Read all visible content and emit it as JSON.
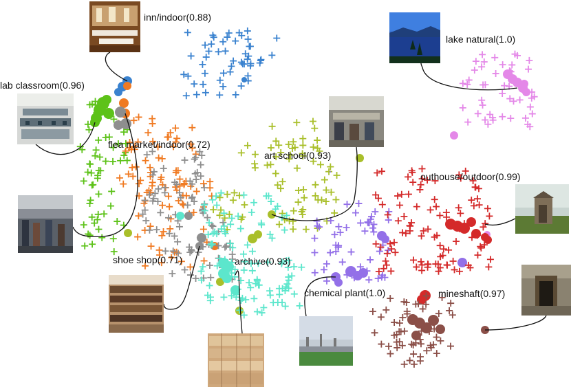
{
  "clusters": [
    {
      "key": "inn",
      "label": "inn/indoor(0.88)",
      "color": "#3a82cf"
    },
    {
      "key": "lab",
      "label": "lab classroom(0.96)",
      "color": "#5dc219"
    },
    {
      "key": "flea",
      "label": "flea market/indoor(0.72)",
      "color": "#f07a22"
    },
    {
      "key": "art",
      "label": "art school(0.93)",
      "color": "#a9bf2a"
    },
    {
      "key": "lake",
      "label": "lake natural(1.0)",
      "color": "#e488e8"
    },
    {
      "key": "outhouse",
      "label": "outhouse/outdoor(0.99)",
      "color": "#d42a2a"
    },
    {
      "key": "shoe",
      "label": "shoe shop(0.71)",
      "color": "#8e8e8e"
    },
    {
      "key": "archive",
      "label": "archive(0.93)",
      "color": "#5ce6cc"
    },
    {
      "key": "chemical",
      "label": "chemical plant(1.0)",
      "color": "#9370e8"
    },
    {
      "key": "mine",
      "label": "mineshaft(0.97)",
      "color": "#8b4f48"
    }
  ],
  "thumbnails": [
    {
      "key": "inn",
      "icon": "restaurant-interior-photo"
    },
    {
      "key": "lab",
      "icon": "classroom-photo"
    },
    {
      "key": "flea",
      "icon": "crowd-market-photo"
    },
    {
      "key": "art",
      "icon": "art-classroom-photo"
    },
    {
      "key": "lake",
      "icon": "lake-landscape-photo"
    },
    {
      "key": "outhouse",
      "icon": "wooden-outhouse-photo"
    },
    {
      "key": "shoe",
      "icon": "shoe-shelves-photo"
    },
    {
      "key": "archive",
      "icon": "file-boxes-photo"
    },
    {
      "key": "chemical",
      "icon": "industrial-plant-photo"
    },
    {
      "key": "mine",
      "icon": "mine-entrance-photo"
    }
  ]
}
